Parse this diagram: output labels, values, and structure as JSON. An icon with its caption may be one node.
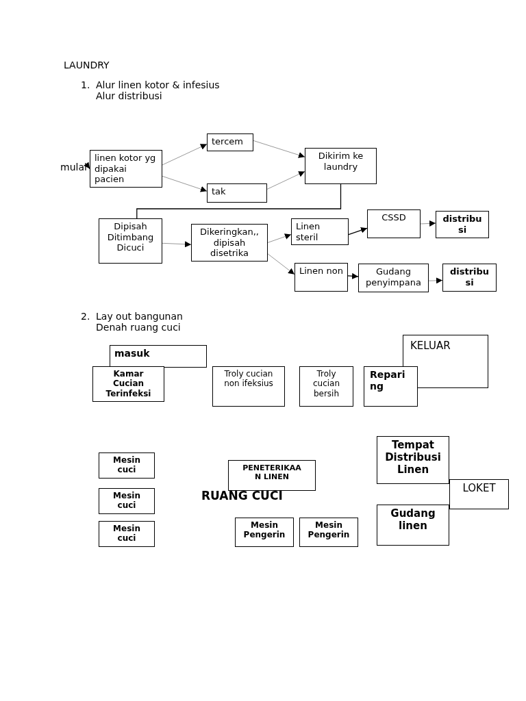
{
  "diagram": {
    "title": "LAUNDRY",
    "nodes": [
      {
        "text": [
          "mulai"
        ]
      },
      {
        "text": [
          "linen kotor yg dipakai pacien"
        ]
      },
      {
        "text": [
          "tercem"
        ]
      },
      {
        "text": [
          "tak"
        ]
      },
      {
        "text": [
          "Dikirim ke laundry"
        ]
      },
      {
        "text": [
          "Dipisah Ditimbang Dicuci"
        ]
      },
      {
        "text": [
          "Dikeringkan,, dipisah disetrika"
        ]
      },
      {
        "text": [
          "Linen steril"
        ]
      },
      {
        "text": [
          "CSSD"
        ]
      },
      {
        "text": [
          "distribu si"
        ]
      },
      {
        "text": [
          "Linen non"
        ]
      },
      {
        "text": [
          "Gudang penyimpana"
        ]
      },
      {
        "text": [
          "distribu si"
        ]
      },
      {
        "text": [
          "masuk"
        ]
      },
      {
        "text": [
          "Kamar Cucian Terinfeksi"
        ]
      },
      {
        "text": [
          "Troly cucian non ifeksius"
        ]
      },
      {
        "text": [
          "Troly cucian bersih"
        ]
      },
      {
        "text": [
          "KELUAR"
        ]
      },
      {
        "text": [
          "Repari ng"
        ]
      },
      {
        "text": [
          "Mesin cuci"
        ]
      },
      {
        "text": [
          "Mesin cuci"
        ]
      },
      {
        "text": [
          "Mesin cuci"
        ]
      },
      {
        "text": [
          "PENETERIKAA N LINEN"
        ]
      },
      {
        "text": [
          "Mesin Pengerin"
        ]
      },
      {
        "text": [
          "Mesin Pengerin"
        ]
      },
      {
        "text": [
          "Tempat Distribusi Linen"
        ]
      },
      {
        "text": [
          "LOKET"
        ]
      },
      {
        "text": [
          "Gudang linen"
        ]
      }
    ],
    "edges": [
      {
        "from": 0,
        "to": 1,
        "arrow": "to",
        "color": "#000000"
      },
      {
        "from": 1,
        "to": 2,
        "arrow": "to"
      },
      {
        "from": 1,
        "to": 3,
        "arrow": "to"
      },
      {
        "from": 2,
        "to": 4,
        "arrow": "to"
      },
      {
        "from": 3,
        "to": 4,
        "arrow": "to"
      },
      {
        "from": 4,
        "to": 5,
        "arrow": "none",
        "color": "#000000"
      },
      {
        "from": 5,
        "to": 6,
        "arrow": "to"
      },
      {
        "from": 6,
        "to": 7,
        "arrow": "to"
      },
      {
        "from": 6,
        "to": 10,
        "arrow": "to"
      },
      {
        "from": 7,
        "to": 8,
        "arrow": "to",
        "color": "#000000"
      },
      {
        "from": 8,
        "to": 9,
        "arrow": "to"
      },
      {
        "from": 10,
        "to": 11,
        "arrow": "to",
        "color": "#000000"
      },
      {
        "from": 11,
        "to": 12,
        "arrow": "to"
      }
    ],
    "labels": [
      "1.",
      "Alur linen kotor & infesius",
      "Alur distribusi",
      "2.",
      "Lay out bangunan",
      "Denah ruang cuci",
      "RUANG CUCI"
    ]
  }
}
